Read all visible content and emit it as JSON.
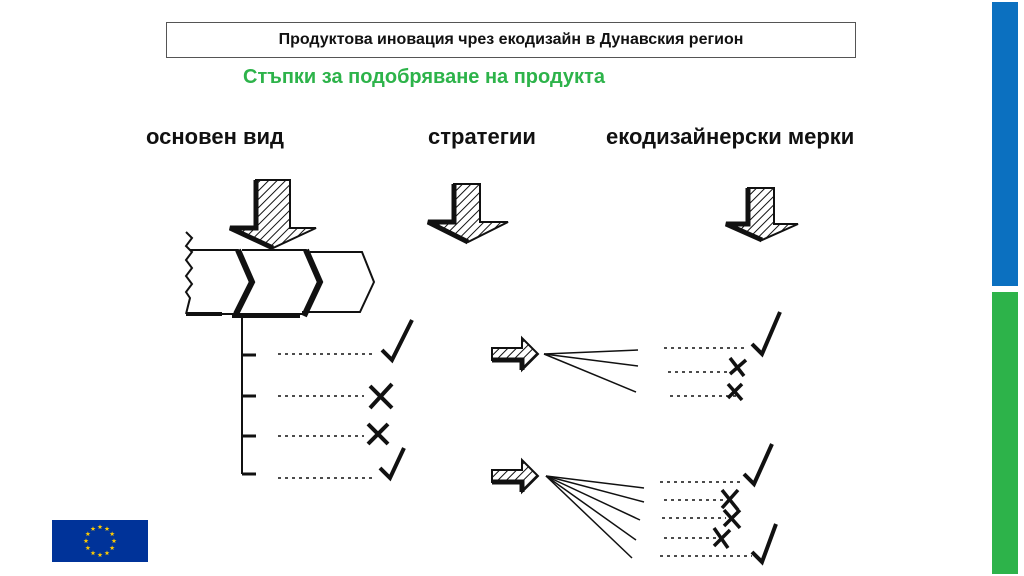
{
  "header": {
    "title": "Продуктова иновация чрез екодизайн в Дунавския регион",
    "subtitle": "Стъпки за подобряване на продукта"
  },
  "columns": {
    "basic": "основен вид",
    "strategies": "стратегии",
    "measures": "екодизайнерски  мерки"
  },
  "colors": {
    "title_text": "#111111",
    "subtitle_green": "#2db34a",
    "bar_blue": "#0b70c0",
    "bar_green": "#2db34a",
    "eu_blue": "#003399",
    "eu_star": "#ffcc00",
    "ink": "#111111"
  },
  "icons": [
    "down-arrow-icon",
    "right-arrow-icon",
    "check-icon",
    "cross-icon",
    "eu-flag-icon"
  ]
}
